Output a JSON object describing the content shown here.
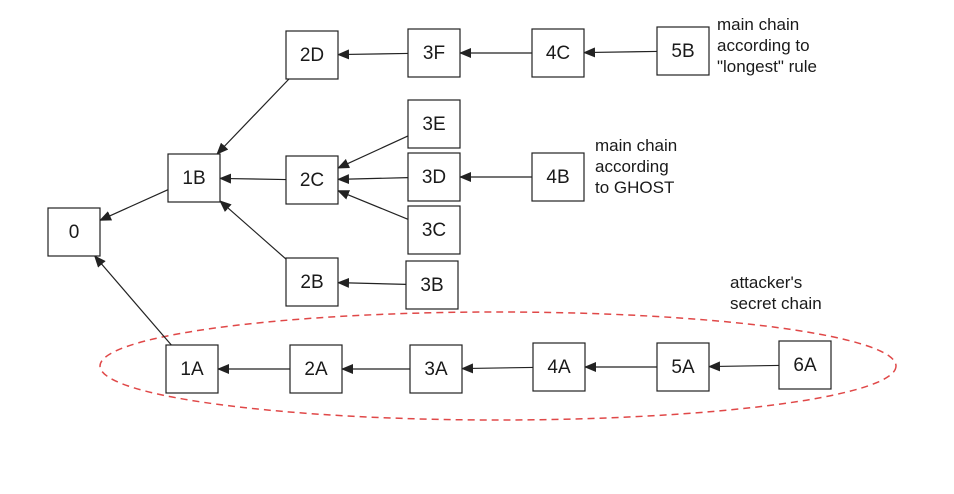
{
  "blocks": [
    {
      "id": "0",
      "label": "0"
    },
    {
      "id": "1A",
      "label": "1A",
      "parent": "0"
    },
    {
      "id": "1B",
      "label": "1B",
      "parent": "0"
    },
    {
      "id": "2D",
      "label": "2D",
      "parent": "1B"
    },
    {
      "id": "2C",
      "label": "2C",
      "parent": "1B"
    },
    {
      "id": "2B",
      "label": "2B",
      "parent": "1B"
    },
    {
      "id": "3F",
      "label": "3F",
      "parent": "2D"
    },
    {
      "id": "4C",
      "label": "4C",
      "parent": "3F"
    },
    {
      "id": "5B",
      "label": "5B",
      "parent": "4C"
    },
    {
      "id": "3E",
      "label": "3E",
      "parent": "2C"
    },
    {
      "id": "3D",
      "label": "3D",
      "parent": "2C"
    },
    {
      "id": "3C",
      "label": "3C",
      "parent": "2C"
    },
    {
      "id": "4B",
      "label": "4B",
      "parent": "3D"
    },
    {
      "id": "3B",
      "label": "3B",
      "parent": "2B"
    },
    {
      "id": "2A",
      "label": "2A",
      "parent": "1A"
    },
    {
      "id": "3A",
      "label": "3A",
      "parent": "2A"
    },
    {
      "id": "4A",
      "label": "4A",
      "parent": "3A"
    },
    {
      "id": "5A",
      "label": "5A",
      "parent": "4A"
    },
    {
      "id": "6A",
      "label": "6A",
      "parent": "5A"
    }
  ],
  "captions": {
    "longest": [
      "main chain",
      "according to",
      "\"longest\" rule"
    ],
    "ghost": [
      "main chain",
      "according",
      "to GHOST"
    ],
    "attacker": [
      "attacker's",
      "secret chain"
    ]
  }
}
